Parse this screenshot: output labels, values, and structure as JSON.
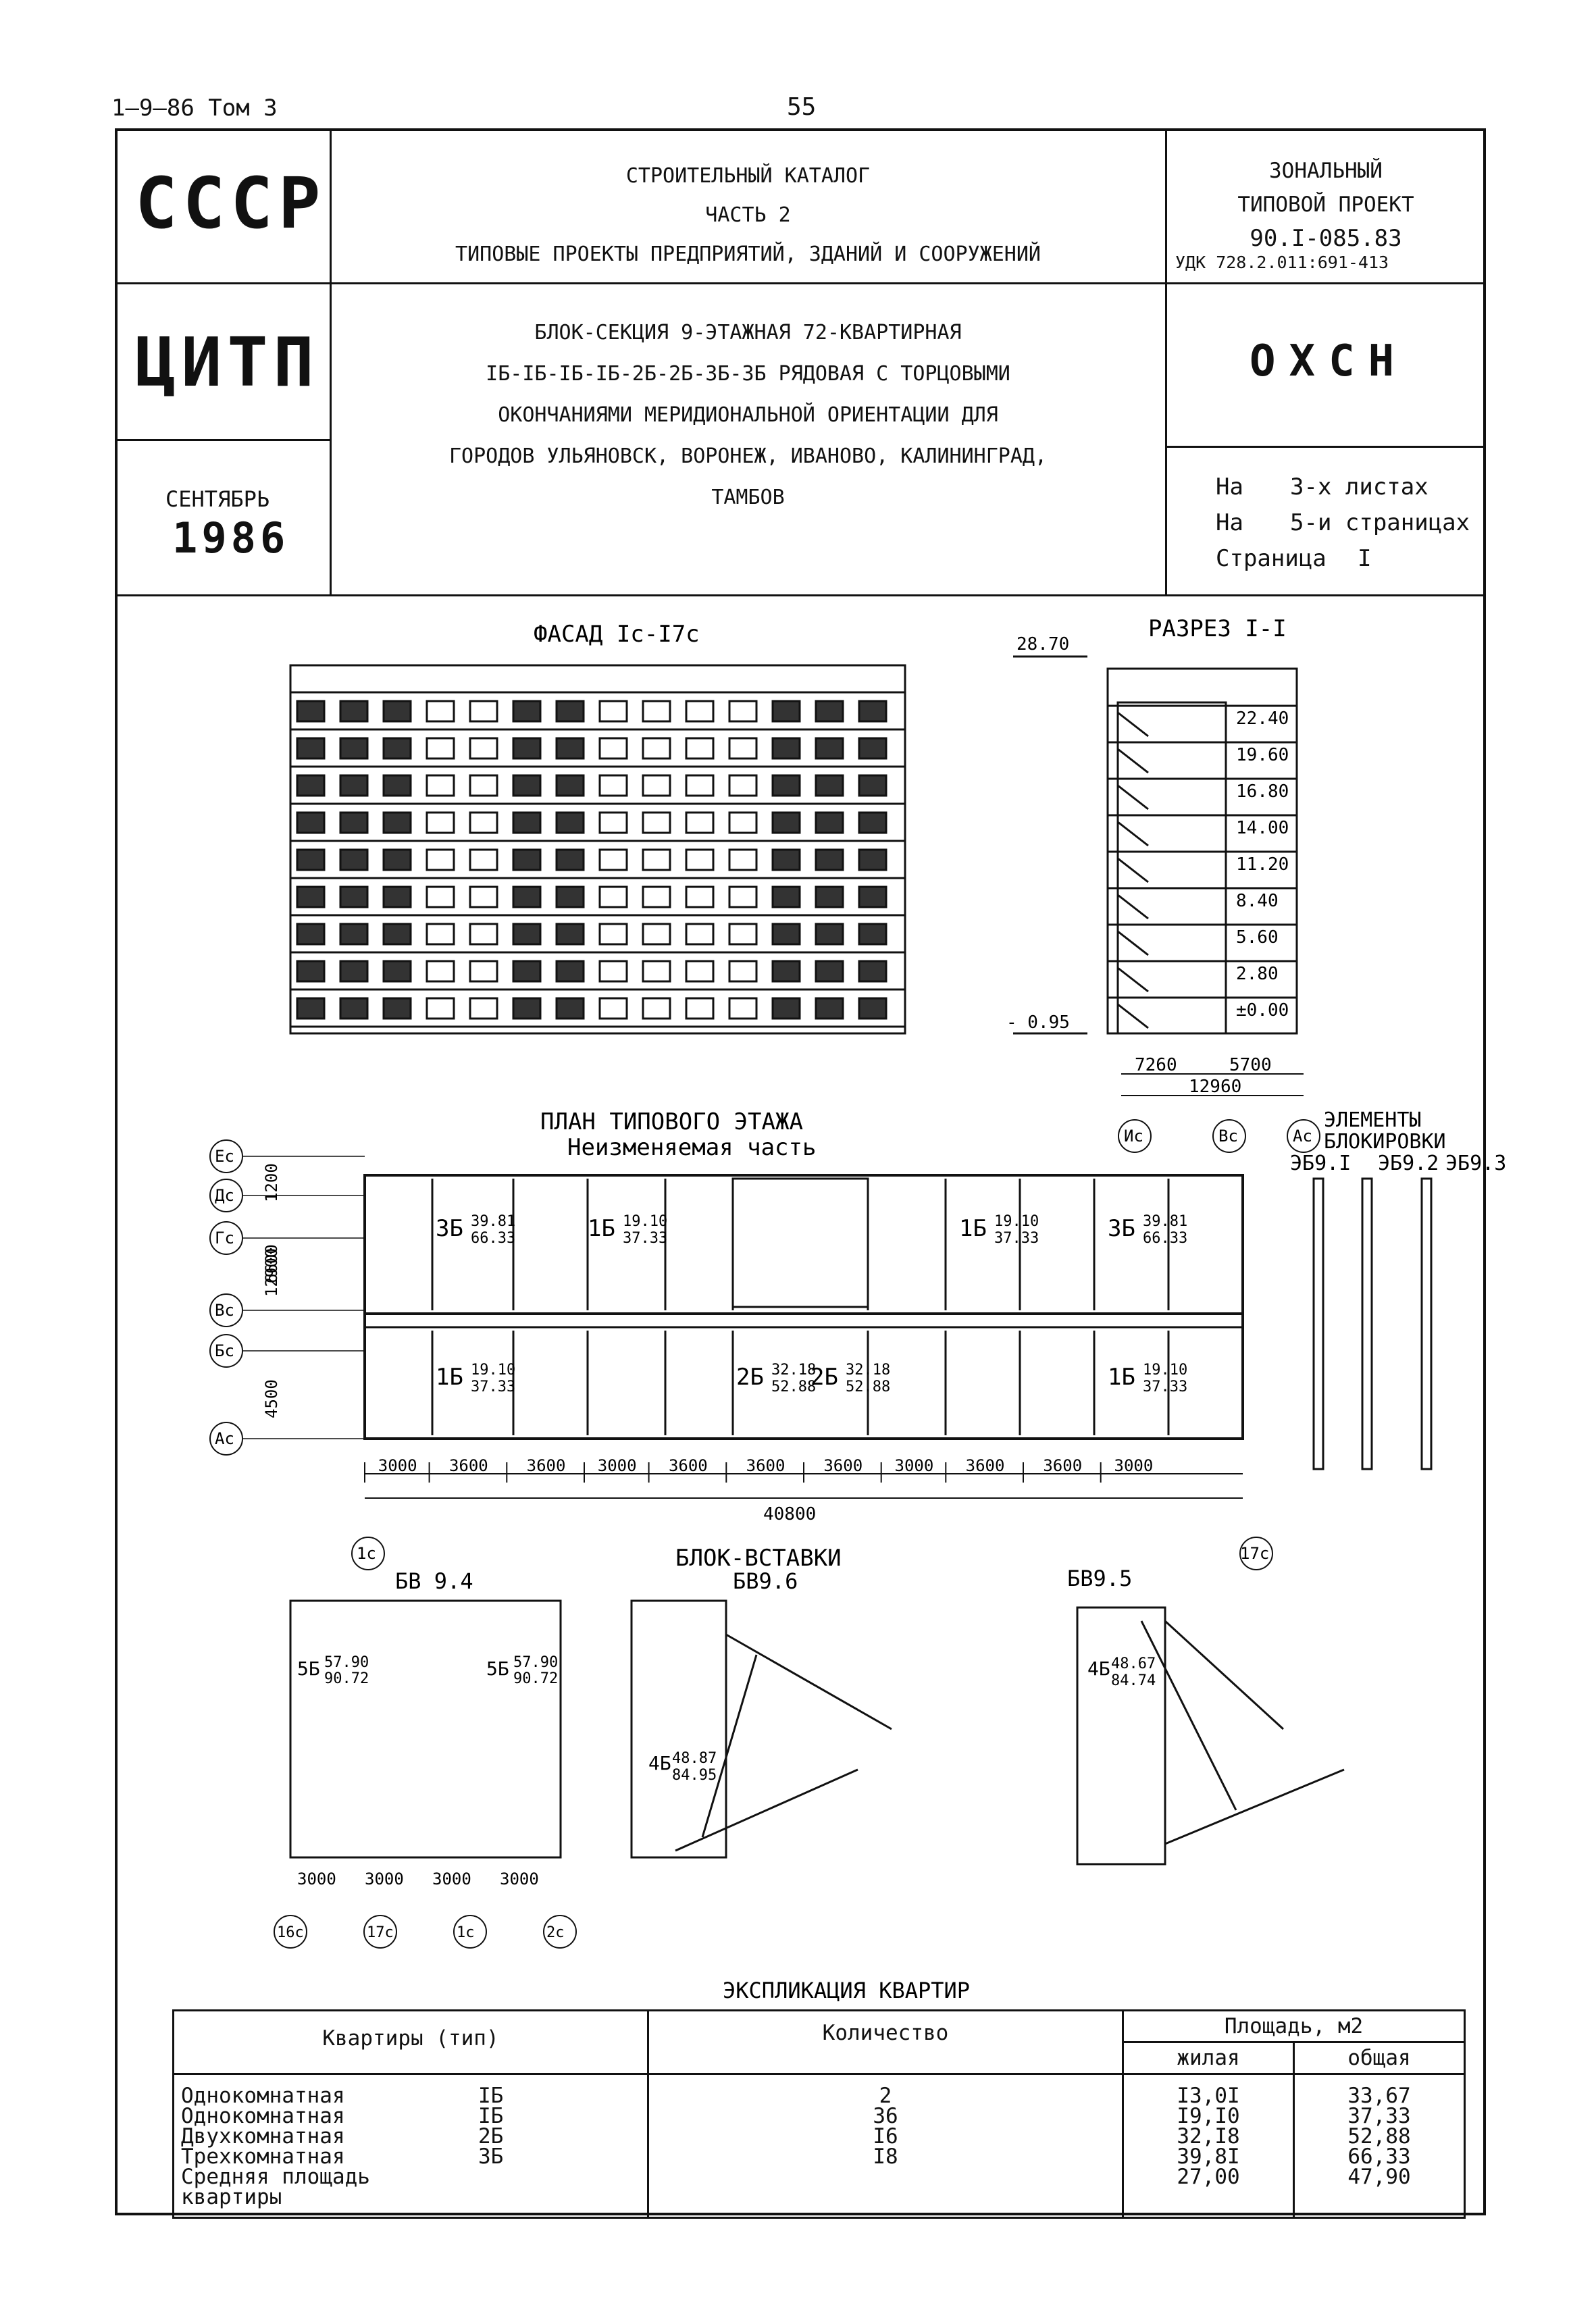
{
  "page": {
    "series": "1–9–86 Том 3",
    "number": "55"
  },
  "header": {
    "ussr": "СССР",
    "citp": "ЦИТП",
    "month": "СЕНТЯБРЬ",
    "year": "1986",
    "catalog_lines": [
      "СТРОИТЕЛЬНЫЙ КАТАЛОГ",
      "ЧАСТЬ 2",
      "ТИПОВЫЕ ПРОЕКТЫ ПРЕДПРИЯТИЙ, ЗДАНИЙ И СООРУЖЕНИЙ"
    ],
    "project_lines": [
      "ЗОНАЛЬНЫЙ",
      "ТИПОВОЙ ПРОЕКТ",
      "90.I-085.83"
    ],
    "udk": "УДК 728.2.011:691-413",
    "title_lines": [
      "БЛОК-СЕКЦИЯ 9-ЭТАЖНАЯ 72-КВАРТИРНАЯ",
      "IБ-IБ-IБ-IБ-2Б-2Б-3Б-3Б РЯДОВАЯ С ТОРЦОВЫМИ",
      "ОКОНЧАНИЯМИ МЕРИДИОНАЛЬНОЙ ОРИЕНТАЦИИ ДЛЯ",
      "ГОРОДОВ УЛЬЯНОВСК, ВОРОНЕЖ, ИВАНОВО, КАЛИНИНГРАД,",
      "ТАМБОВ"
    ],
    "code": "ОХСН",
    "sheets": [
      {
        "label": "На",
        "value": "3-х листах"
      },
      {
        "label": "На",
        "value": "5-и страницах"
      },
      {
        "label": "Страница",
        "value": "I"
      }
    ]
  },
  "drawings": {
    "facade_title": "ФАСАД Iс-I7с",
    "section_title": "РАЗРЕЗ I-I",
    "section_top": "28.70",
    "section_bottom": "- 0.95",
    "levels": [
      "22.40",
      "19.60",
      "16.80",
      "14.00",
      "11.20",
      "8.40",
      "5.60",
      "2.80",
      "±0.00"
    ],
    "section_dims": [
      "7260",
      "5700",
      "12960"
    ],
    "section_axes": [
      "Ис",
      "Вс",
      "Ас"
    ],
    "plan_title": "ПЛАН ТИПОВОГО ЭТАЖА",
    "plan_subtitle": "Неизменяемая часть",
    "blocking_title": [
      "ЭЛЕМЕНТЫ",
      "БЛОКИРОВКИ"
    ],
    "blocking_items": [
      "ЭБ9.I",
      "ЭБ9.2",
      "ЭБ9.3"
    ],
    "plan_axes_left": [
      "Ес",
      "Дс",
      "Гс",
      "Вс",
      "Бс",
      "Ас"
    ],
    "plan_left_dims": [
      "1200",
      "6600",
      "12900",
      "4500"
    ],
    "plan_bottom_dims": [
      "3000",
      "3600",
      "3600",
      "3000",
      "3600",
      "3600",
      "3600",
      "3000",
      "3600",
      "3600",
      "3000"
    ],
    "plan_total": "40800",
    "plan_axis_start": "1с",
    "plan_axis_end": "17с",
    "apartments_top": [
      {
        "type": "3Б",
        "area": "39.81",
        "total": "66.33"
      },
      {
        "type": "1Б",
        "area": "19.10",
        "total": "37.33"
      },
      {
        "type": "1Б",
        "area": "19.10",
        "total": "37.33"
      },
      {
        "type": "3Б",
        "area": "39.81",
        "total": "66.33"
      }
    ],
    "apartments_bottom": [
      {
        "type": "1Б",
        "area": "19.10",
        "total": "37.33"
      },
      {
        "type": "2Б",
        "area": "32.18",
        "total": "52.88"
      },
      {
        "type": "2Б",
        "area": "32.18",
        "total": "52.88"
      },
      {
        "type": "1Б",
        "area": "19.10",
        "total": "37.33"
      }
    ],
    "inserts_title": "БЛОК-ВСТАВКИ",
    "bv94": "БВ 9.4",
    "bv96": "БВ9.6",
    "bv95": "БВ9.5",
    "bv94_apts": [
      {
        "type": "5Б",
        "area": "57.90",
        "total": "90.72"
      },
      {
        "type": "5Б",
        "area": "57.90",
        "total": "90.72"
      }
    ],
    "bv94_dims": [
      "3000",
      "3000",
      "3000",
      "3000"
    ],
    "bv94_axes": [
      "16с",
      "17с",
      "1с",
      "2с"
    ],
    "bv96_apt": {
      "type": "4Б",
      "area": "48.87",
      "total": "84.95"
    },
    "bv95_apt": {
      "type": "4Б",
      "area": "48.67",
      "total": "84.74"
    }
  },
  "explication": {
    "title": "ЭКСПЛИКАЦИЯ КВАРТИР",
    "col_type": "Квартиры  (тип)",
    "col_count": "Количество",
    "col_area": "Площадь, м2",
    "col_living": "жилая",
    "col_total": "общая",
    "rows": [
      {
        "name": "Однокомнатная",
        "type": "IБ",
        "count": "2",
        "living": "I3,0I",
        "total": "33,67"
      },
      {
        "name": "Однокомнатная",
        "type": "IБ",
        "count": "36",
        "living": "I9,I0",
        "total": "37,33"
      },
      {
        "name": "Двухкомнатная",
        "type": "2Б",
        "count": "I6",
        "living": "32,I8",
        "total": "52,88"
      },
      {
        "name": "Трехкомнатная",
        "type": "3Б",
        "count": "I8",
        "living": "39,8I",
        "total": "66,33"
      },
      {
        "name": "Средняя площадь квартиры",
        "type": "",
        "count": "",
        "living": "27,00",
        "total": "47,90"
      }
    ]
  }
}
